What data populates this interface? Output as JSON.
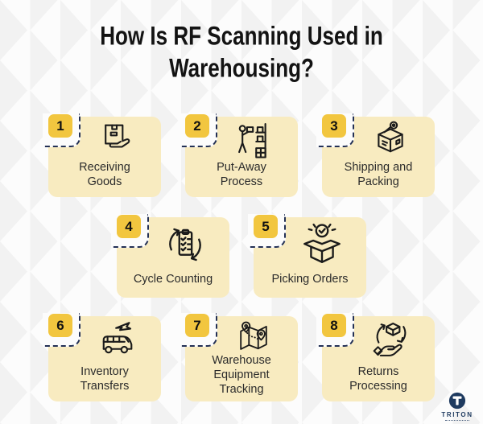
{
  "title": {
    "line1": "How Is RF Scanning Used in",
    "line2": "Warehousing?"
  },
  "cards": [
    {
      "number": "1",
      "label": "Receiving\nGoods",
      "icon": "receiving-goods-icon"
    },
    {
      "number": "2",
      "label": "Put-Away\nProcess",
      "icon": "put-away-process-icon"
    },
    {
      "number": "3",
      "label": "Shipping and\nPacking",
      "icon": "shipping-packing-icon"
    },
    {
      "number": "4",
      "label": "Cycle Counting",
      "icon": "cycle-counting-icon"
    },
    {
      "number": "5",
      "label": "Picking Orders",
      "icon": "picking-orders-icon"
    },
    {
      "number": "6",
      "label": "Inventory\nTransfers",
      "icon": "inventory-transfers-icon"
    },
    {
      "number": "7",
      "label": "Warehouse\nEquipment\nTracking",
      "icon": "warehouse-equipment-tracking-icon"
    },
    {
      "number": "8",
      "label": "Returns\nProcessing",
      "icon": "returns-processing-icon"
    }
  ],
  "logo": {
    "name": "TRITON"
  },
  "colors": {
    "page_bg": "#FCFCFC",
    "pattern": "#F2F2F2",
    "card_bg": "#F8EBC0",
    "badge_bg": "#F2C63F",
    "dash": "#233055",
    "title": "#131313",
    "label": "#2B2B2B",
    "icon_stroke": "#1A1A1A",
    "logo_navy": "#1E3A5F"
  }
}
